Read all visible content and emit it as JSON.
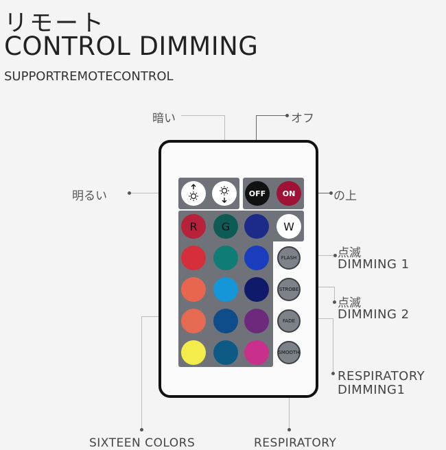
{
  "header": {
    "title_jp": "リモート",
    "title_en": "CONTROL DIMMING",
    "subtitle": "SUPPORTREMOTECONTROL"
  },
  "labels": {
    "dark": "暗い",
    "bright": "明るい",
    "off": "オフ",
    "up": "の上",
    "flash_jp": "点滅",
    "flash_en": "DIMMING 1",
    "strobe_jp": "点滅",
    "strobe_en": "DIMMING 2",
    "respiratory_line1": "RESPIRATORY",
    "respiratory_line2": "DIMMING1",
    "sixteen_colors": "SIXTEEN COLORS",
    "respiratory_bottom": "RESPIRATORY"
  },
  "remote": {
    "brightness_up_icon": "sun-up-icon",
    "brightness_down_icon": "sun-down-icon",
    "off_label": "OFF",
    "on_label": "ON",
    "r_label": "R",
    "g_label": "G",
    "w_label": "W",
    "flash_label": "FLASH",
    "strobe_label": "STROBE",
    "fade_label": "FADE",
    "smooth_label": "SMOOTH",
    "color_rows": [
      [
        "#c8283a",
        "#0f6e6a",
        "#1b2f9c"
      ],
      [
        "#d42f3b",
        "#0f7d75",
        "#1a3dbd"
      ],
      [
        "#e8664e",
        "#1496d8",
        "#101a6a"
      ],
      [
        "#e66a52",
        "#0e4c8a",
        "#6d2a7c"
      ],
      [
        "#f2ed4a",
        "#0e5a86",
        "#c8308c"
      ]
    ],
    "colors": {
      "off_bg": "#111111",
      "on_bg": "#9e1235",
      "r_bg": "#b7213a",
      "g_bg": "#0c5c55",
      "b_bg": "#1c2a8a",
      "w_bg": "#ffffff"
    }
  }
}
